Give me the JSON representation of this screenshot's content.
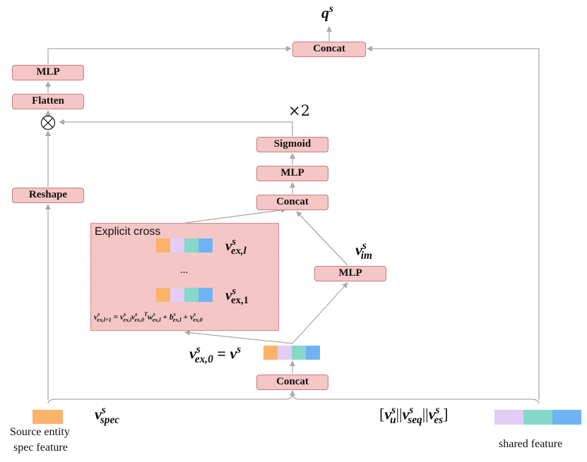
{
  "output_label": "q^s",
  "boxes": {
    "concat_top": "Concat",
    "mlp_left": "MLP",
    "flatten": "Flatten",
    "reshape": "Reshape",
    "sigmoid": "Sigmoid",
    "mlp_mid": "MLP",
    "concat_mid": "Concat",
    "mlp_im": "MLP",
    "concat_bottom": "Concat"
  },
  "times_label": "×2",
  "explicit_cross_label": "Explicit cross",
  "ellipsis": "...",
  "labels": {
    "v_ex_l": "v^s_{ex,l}",
    "v_ex_1": "v^s_{ex,1}",
    "v_im": "v^s_{im}",
    "v_ex_0": "v^s_{ex,0} = v^s",
    "v_spec": "v^s_{spec}",
    "concat_vector": "[v^s_u || v^s_{seq} || v^s_{es}]",
    "cross_formula": "v^s_{ex,l+1} = v^s_{ex,l} v^s_{ex,0}^T w^s_{ex,l} + b^s_{ex,l} + v^s_{ex,0}"
  },
  "source_entity_label_line1": "Source entity",
  "source_entity_label_line2": "spec feature",
  "shared_feature_label": "shared feature",
  "colors": {
    "box_fill": "#f5c6c6",
    "box_border": "#c97b7b",
    "spec_feature": "#fbb36a",
    "seg_lavender": "#e3cdf6",
    "seg_teal": "#86d9c8",
    "seg_blue": "#6fb3f5",
    "arrow": "#aaaaaa"
  }
}
